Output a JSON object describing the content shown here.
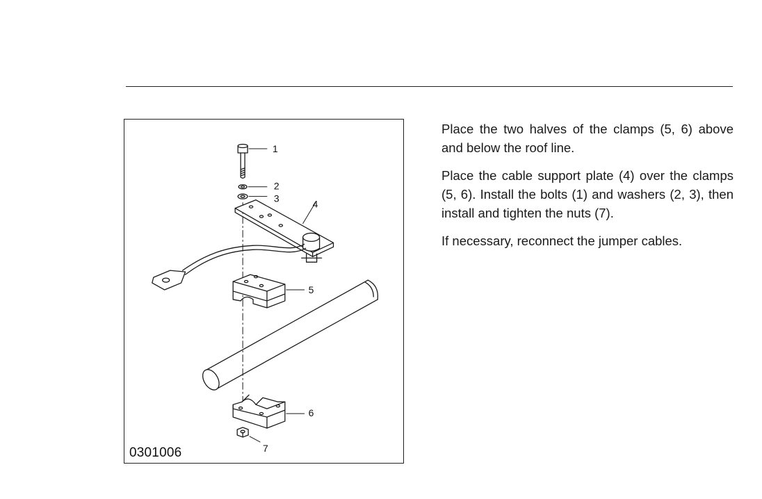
{
  "figure": {
    "id": "0301006",
    "callouts": {
      "c1": "1",
      "c2": "2",
      "c3": "3",
      "c4": "4",
      "c5": "5",
      "c6": "6",
      "c7": "7"
    }
  },
  "paragraphs": [
    "Place the two halves of the clamps (5, 6) above and below the roof line.",
    "Place the cable support plate (4) over the clamps (5, 6). Install the bolts (1) and washers (2, 3), then install and tighten the nuts (7).",
    "If necessary, reconnect the jumper cables."
  ]
}
